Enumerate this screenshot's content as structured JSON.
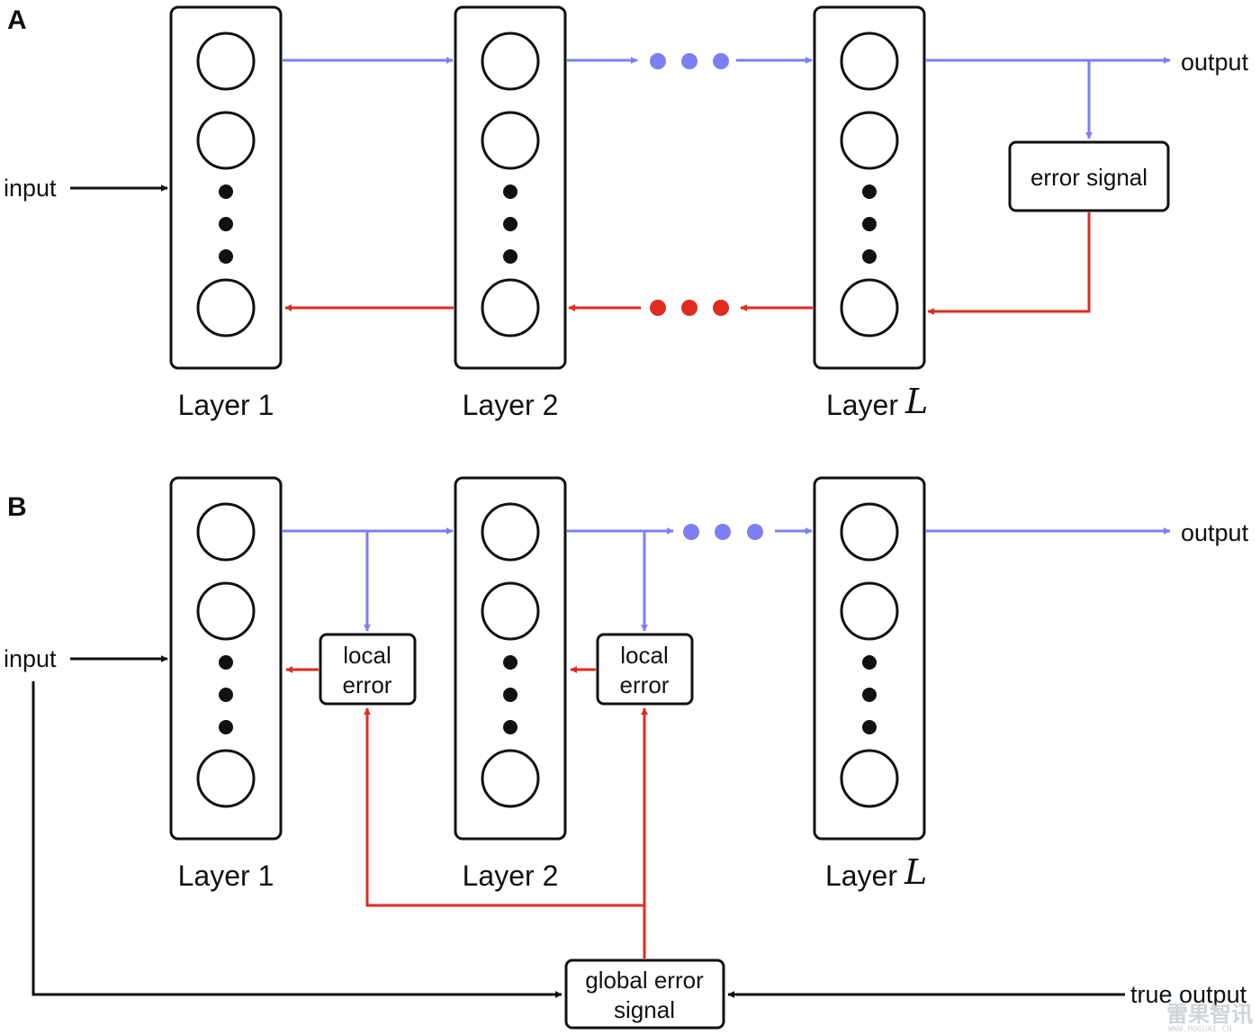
{
  "colors": {
    "forward": "#7b7ff2",
    "backward": "#e02b1f",
    "neutral": "#111111"
  },
  "panel_a": {
    "letter": "A",
    "input_label": "input",
    "output_label": "output",
    "error_box": "error signal",
    "layers": [
      {
        "name": "Layer 1",
        "symbol": ""
      },
      {
        "name": "Layer 2",
        "symbol": ""
      },
      {
        "name": "Layer",
        "symbol": "L"
      }
    ]
  },
  "panel_b": {
    "letter": "B",
    "input_label": "input",
    "output_label": "output",
    "true_output_label": "true output",
    "local_error_1": {
      "line1": "local",
      "line2": "error"
    },
    "local_error_2": {
      "line1": "local",
      "line2": "error"
    },
    "global_error": {
      "line1": "global error",
      "line2": "signal"
    },
    "layers": [
      {
        "name": "Layer 1",
        "symbol": ""
      },
      {
        "name": "Layer 2",
        "symbol": ""
      },
      {
        "name": "Layer",
        "symbol": "L"
      }
    ]
  },
  "watermark": {
    "text": "雷果智讯",
    "sub": "WWW.MOGUAI.CN"
  }
}
